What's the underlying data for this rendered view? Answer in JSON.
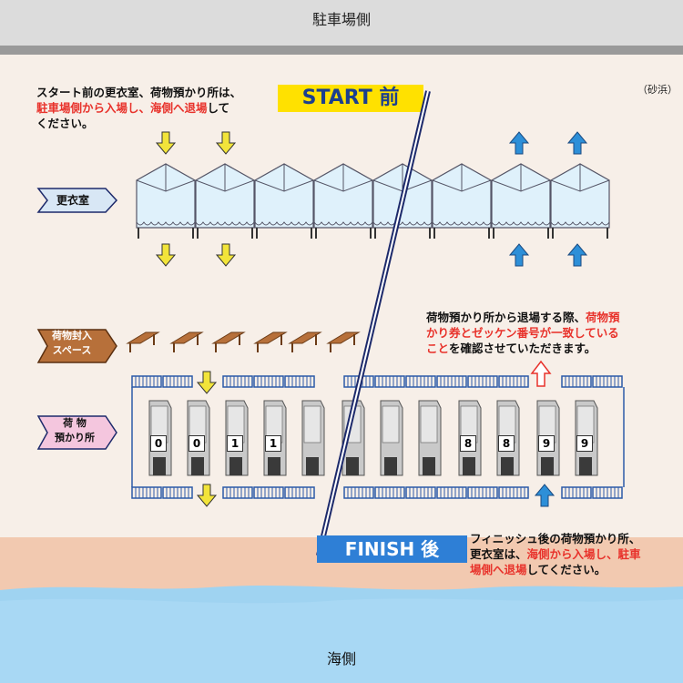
{
  "header": {
    "top_label": "駐車場側",
    "bottom_label": "海側",
    "location_note": "（砂浜）"
  },
  "start": {
    "tag": "START 前",
    "note_line1": "スタート前の更衣室、荷物預かり所は、",
    "note_red1": "駐車場側から入場し、海側へ退場",
    "note_line2_end": "して",
    "note_line3": "ください。"
  },
  "finish": {
    "tag": "FINISH 後",
    "note_line1": "フィニッシュ後の荷物預かり所、",
    "note_line2_start": "更衣室は、",
    "note_red": "海側から入場し、駐車",
    "note_red2": "場側へ退場",
    "note_line3_end": "してください。"
  },
  "claim": {
    "line1_start": "荷物預かり所から退場する際、",
    "line1_red": "荷物預",
    "line2_red": "かり券とゼッケン番号が一致している",
    "line3_red": "こと",
    "line3_end": "を確認させていただきます。"
  },
  "labels": {
    "changing_room": "更衣室",
    "packing_space_1": "荷物封入",
    "packing_space_2": "スペース",
    "baggage_1": "荷 物",
    "baggage_2": "預かり所"
  },
  "racks": [
    "0",
    "0",
    "1",
    "1",
    "",
    "",
    "",
    "",
    "8",
    "8",
    "9",
    "9"
  ],
  "colors": {
    "accent_red": "#e8322b",
    "start_yellow": "#ffe100",
    "finish_blue": "#2e7fd6",
    "arrow_yellow": "#f2e43a",
    "arrow_blue": "#2d8fd8"
  }
}
